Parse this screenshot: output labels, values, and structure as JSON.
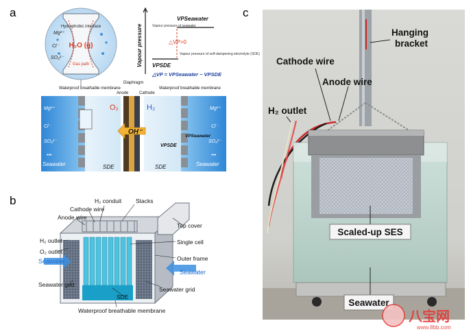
{
  "panel_a": {
    "label": "a",
    "inset": {
      "hydrophobic_interface": "Hydrophobic interface",
      "water_vapor": "H₂O (g)",
      "gas_path": "Gas path",
      "ions": [
        "Mg²⁺",
        "Cl⁻",
        "SO₄²⁻"
      ]
    },
    "vapour_plot": {
      "y_axis": "Vapour pressure",
      "vp_seawater": "VPSeawater",
      "seawater_desc": "Vapour pressure of seawater",
      "delta_vp": "△VP>0",
      "vp_sde": "VPSDE",
      "sde_desc": "Vapour pressure of self-dampening electrolyte (SDE)",
      "equation": "△VP = VPSeawater − VPSDE"
    },
    "labels": {
      "membrane_left": "Waterproof breathable membrane",
      "membrane_right": "Waterproof breathable membrane",
      "diaphragm": "Diaphragm",
      "anode": "Anode",
      "cathode": "Cathode",
      "o2": "O₂",
      "h2": "H₂",
      "oh": "OH⁻",
      "vp_sde": "VPSDE",
      "vp_seawater": "VPSeawater",
      "seawater": "Seawater",
      "sde_left": "SDE",
      "sde_right": "SDE",
      "ions_left": [
        "Mg²⁺",
        "Cl⁻",
        "SO₄²⁻",
        "•••"
      ],
      "ions_right": [
        "Mg²⁺",
        "Cl⁻",
        "SO₄²⁻",
        "•••"
      ]
    }
  },
  "panel_b": {
    "label": "b",
    "labels": {
      "h2_conduit": "H₂ conduit",
      "stacks": "Stacks",
      "cathode_wire": "Cathode wire",
      "anode_wire": "Anode wire",
      "top_cover": "Top cover",
      "h2_outlet": "H₂ outlet",
      "o2_outlet": "O₂ outlet",
      "single_cell": "Single cell",
      "outer_frame": "Outer frame",
      "seawater_left": "Seawater",
      "seawater_right": "Seawater",
      "seawater_grid_left": "Seawater grid",
      "seawater_grid_right": "Seawater grid",
      "sde": "SDE",
      "membrane": "Waterproof breathable membrane"
    }
  },
  "panel_c": {
    "label": "c",
    "hanging_bracket": "Hanging bracket",
    "cathode_wire": "Cathode wire",
    "anode_wire": "Anode wire",
    "h2_outlet": "H₂ outlet",
    "scaled_up": "Scaled-up SES",
    "seawater": "Seawater"
  },
  "watermark": {
    "text": "八宝网",
    "url": "www.8bb.com"
  },
  "colors": {
    "seawater_blue": "#4aa0e0",
    "membrane_gray": "#8a8f96",
    "o2_red": "#d9381e",
    "h2_blue": "#2a62c9",
    "brace_red": "#d9381e"
  }
}
